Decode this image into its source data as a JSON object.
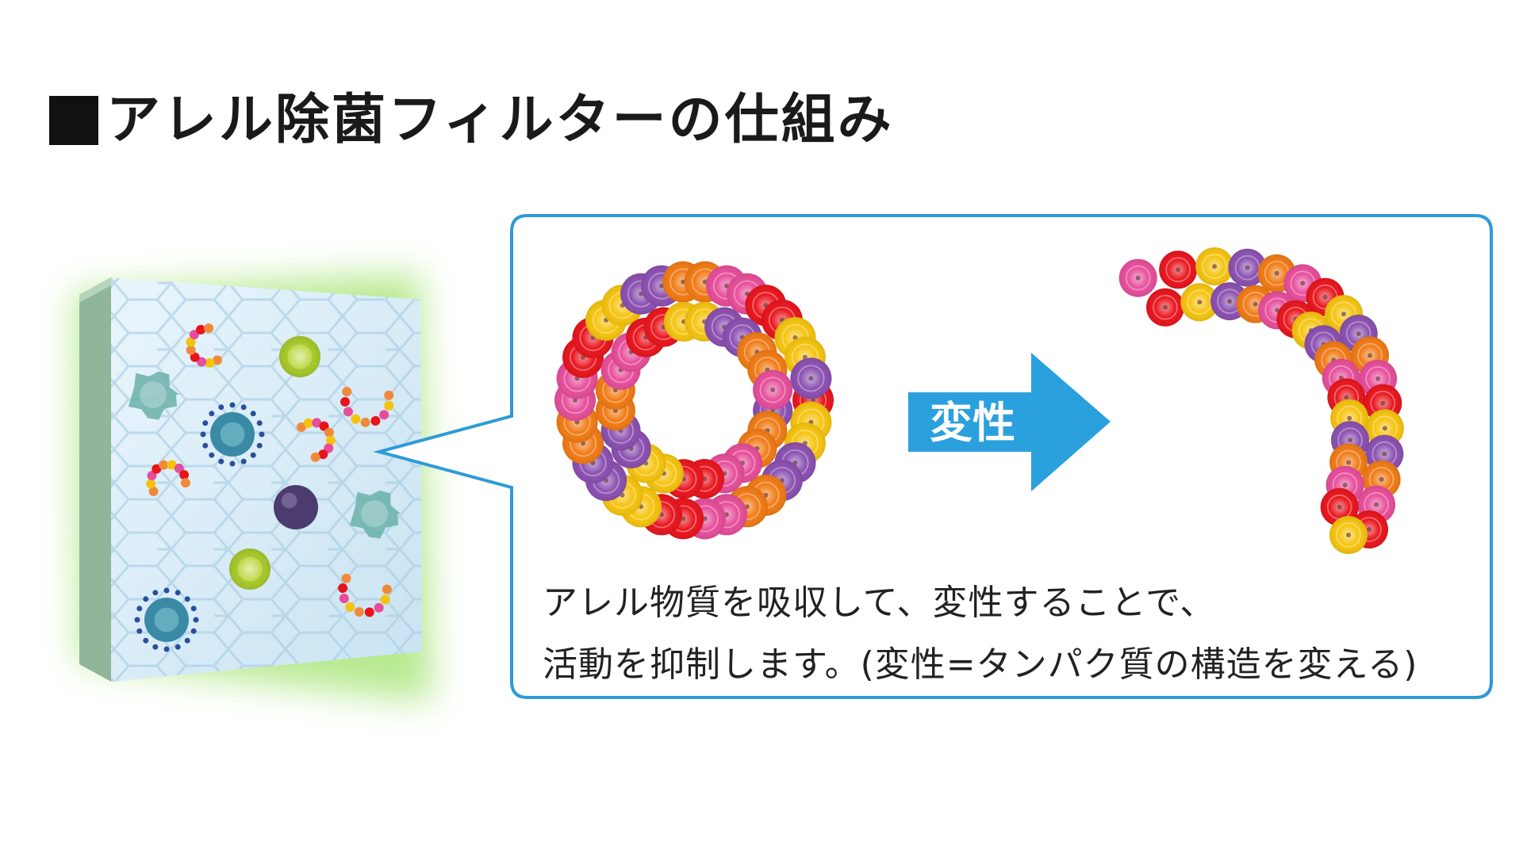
{
  "title": "アレル除菌フィルターの仕組み",
  "arrow_label": "変性",
  "caption": {
    "line1": "アレル物質を吸収して、変性することで、",
    "line2": "活動を抑制します。(変性=タンパク質の構造を変える)"
  },
  "colors": {
    "callout_border": "#2e9bd6",
    "arrow": "#2aa0dd",
    "filter_glow": "#9fe26a",
    "filter_face": "#d7ecf7",
    "filter_side": "#8fb59a",
    "bead_palette": [
      "#e8141c",
      "#f07a14",
      "#f5c30e",
      "#e64d9a",
      "#8a4fb0"
    ]
  },
  "filter_particles": [
    {
      "kind": "mold",
      "icon": "mold-spore-icon",
      "color": "#6ab0a8"
    },
    {
      "kind": "pollen",
      "icon": "pollen-icon",
      "color": "#a6c72a"
    },
    {
      "kind": "virus",
      "icon": "virus-icon",
      "color": "#3a8aa6"
    },
    {
      "kind": "allergen-chain",
      "icon": "allergen-chain-icon",
      "color": "#f08a3a"
    },
    {
      "kind": "dark-spore",
      "icon": "dark-spore-icon",
      "color": "#4b3b6e"
    }
  ]
}
